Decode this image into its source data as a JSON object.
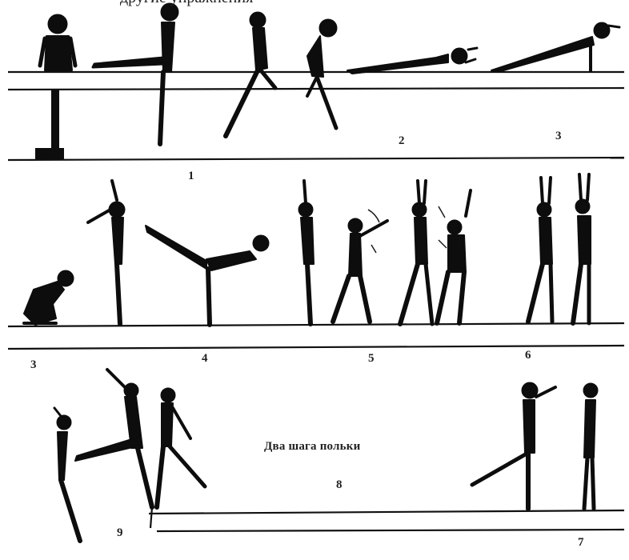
{
  "header_text": "другие упражнения",
  "caption": "Два шага польки",
  "labels": {
    "n1": "1",
    "n2": "2",
    "n3_top": "3",
    "n3_left": "3",
    "n4": "4",
    "n5": "5",
    "n6": "6",
    "n7": "7",
    "n8": "8",
    "n9": "9"
  }
}
